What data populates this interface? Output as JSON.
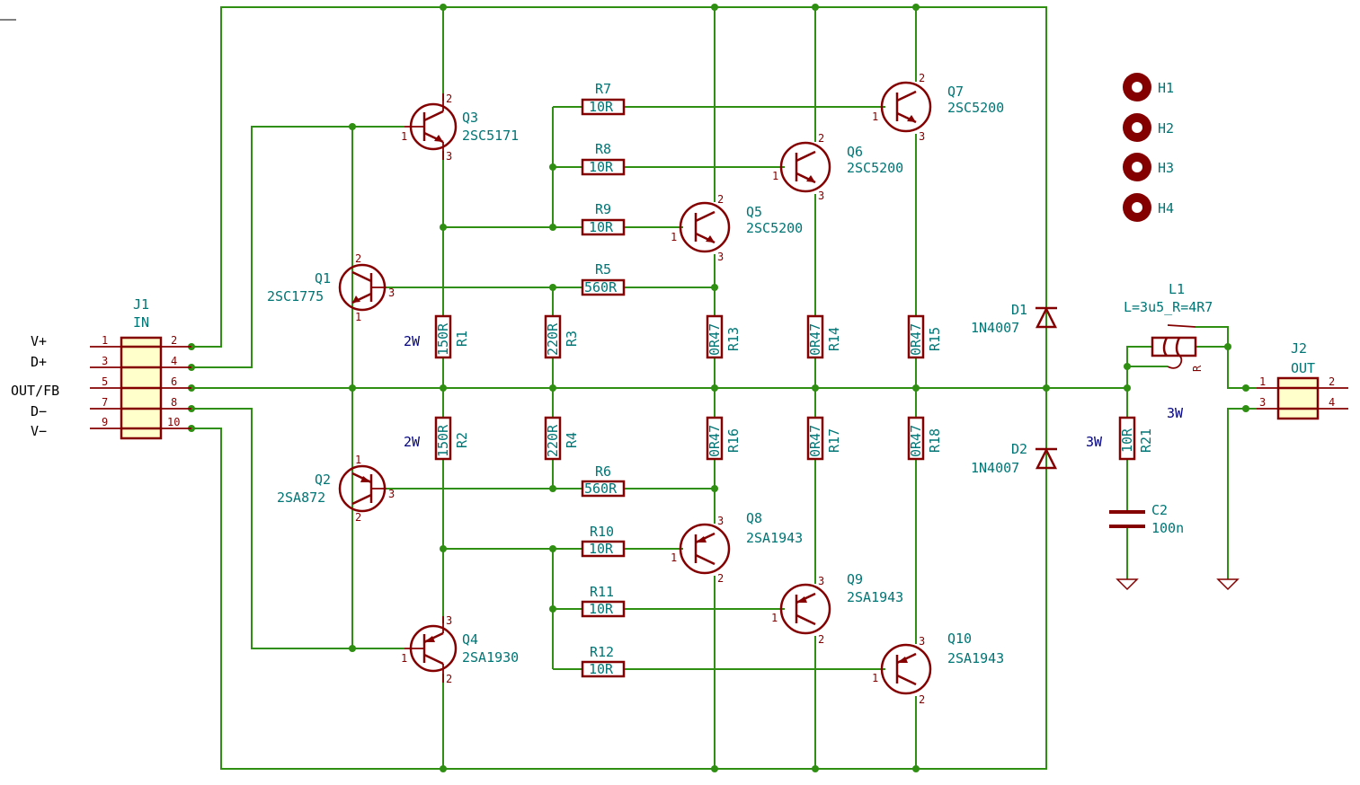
{
  "connector_in": {
    "ref": "J1",
    "value": "IN",
    "pin_left": [
      "1",
      "3",
      "5",
      "7",
      "9"
    ],
    "pin_right": [
      "2",
      "4",
      "6",
      "8",
      "10"
    ]
  },
  "connector_out": {
    "ref": "J2",
    "value": "OUT",
    "pin_left": [
      "1",
      "3"
    ],
    "pin_right": [
      "2",
      "4"
    ]
  },
  "net_labels": [
    "V+",
    "D+",
    "OUT/FB",
    "D−",
    "V−"
  ],
  "transistors": [
    {
      "ref": "Q1",
      "value": "2SC1775",
      "pins": [
        "1",
        "2",
        "3"
      ]
    },
    {
      "ref": "Q2",
      "value": "2SA872",
      "pins": [
        "1",
        "2",
        "3"
      ]
    },
    {
      "ref": "Q3",
      "value": "2SC5171",
      "pins": [
        "1",
        "2",
        "3"
      ]
    },
    {
      "ref": "Q4",
      "value": "2SA1930",
      "pins": [
        "1",
        "2",
        "3"
      ]
    },
    {
      "ref": "Q5",
      "value": "2SC5200",
      "pins": [
        "1",
        "2",
        "3"
      ]
    },
    {
      "ref": "Q6",
      "value": "2SC5200",
      "pins": [
        "1",
        "2",
        "3"
      ]
    },
    {
      "ref": "Q7",
      "value": "2SC5200",
      "pins": [
        "1",
        "2",
        "3"
      ]
    },
    {
      "ref": "Q8",
      "value": "2SA1943",
      "pins": [
        "1",
        "2",
        "3"
      ]
    },
    {
      "ref": "Q9",
      "value": "2SA1943",
      "pins": [
        "1",
        "2",
        "3"
      ]
    },
    {
      "ref": "Q10",
      "value": "2SA1943",
      "pins": [
        "1",
        "2",
        "3"
      ]
    }
  ],
  "resistors_h": [
    {
      "ref": "R7",
      "value": "10R"
    },
    {
      "ref": "R8",
      "value": "10R"
    },
    {
      "ref": "R9",
      "value": "10R"
    },
    {
      "ref": "R5",
      "value": "560R"
    },
    {
      "ref": "R6",
      "value": "560R"
    },
    {
      "ref": "R10",
      "value": "10R"
    },
    {
      "ref": "R11",
      "value": "10R"
    },
    {
      "ref": "R12",
      "value": "10R"
    }
  ],
  "resistors_v": [
    {
      "ref": "R1",
      "value": "150R"
    },
    {
      "ref": "R2",
      "value": "150R"
    },
    {
      "ref": "R3",
      "value": "220R"
    },
    {
      "ref": "R4",
      "value": "220R"
    },
    {
      "ref": "R13",
      "value": "0R47"
    },
    {
      "ref": "R14",
      "value": "0R47"
    },
    {
      "ref": "R15",
      "value": "0R47"
    },
    {
      "ref": "R16",
      "value": "0R47"
    },
    {
      "ref": "R17",
      "value": "0R47"
    },
    {
      "ref": "R18",
      "value": "0R47"
    },
    {
      "ref": "R21",
      "value": "10R"
    }
  ],
  "diodes": [
    {
      "ref": "D1",
      "value": "1N4007"
    },
    {
      "ref": "D2",
      "value": "1N4007"
    }
  ],
  "inductor": {
    "ref": "L1",
    "value": "L=3u5_R=4R7",
    "inner_label": "R"
  },
  "capacitor": {
    "ref": "C2",
    "value": "100n"
  },
  "mounting_holes": [
    "H1",
    "H2",
    "H3",
    "H4"
  ],
  "power_notes": [
    "2W",
    "2W",
    "3W",
    "3W"
  ],
  "colors": {
    "wire": "#2f8f12",
    "part": "#840000",
    "ref_text": "#007575",
    "body_fill": "#ffffcc",
    "note": "#000080"
  }
}
